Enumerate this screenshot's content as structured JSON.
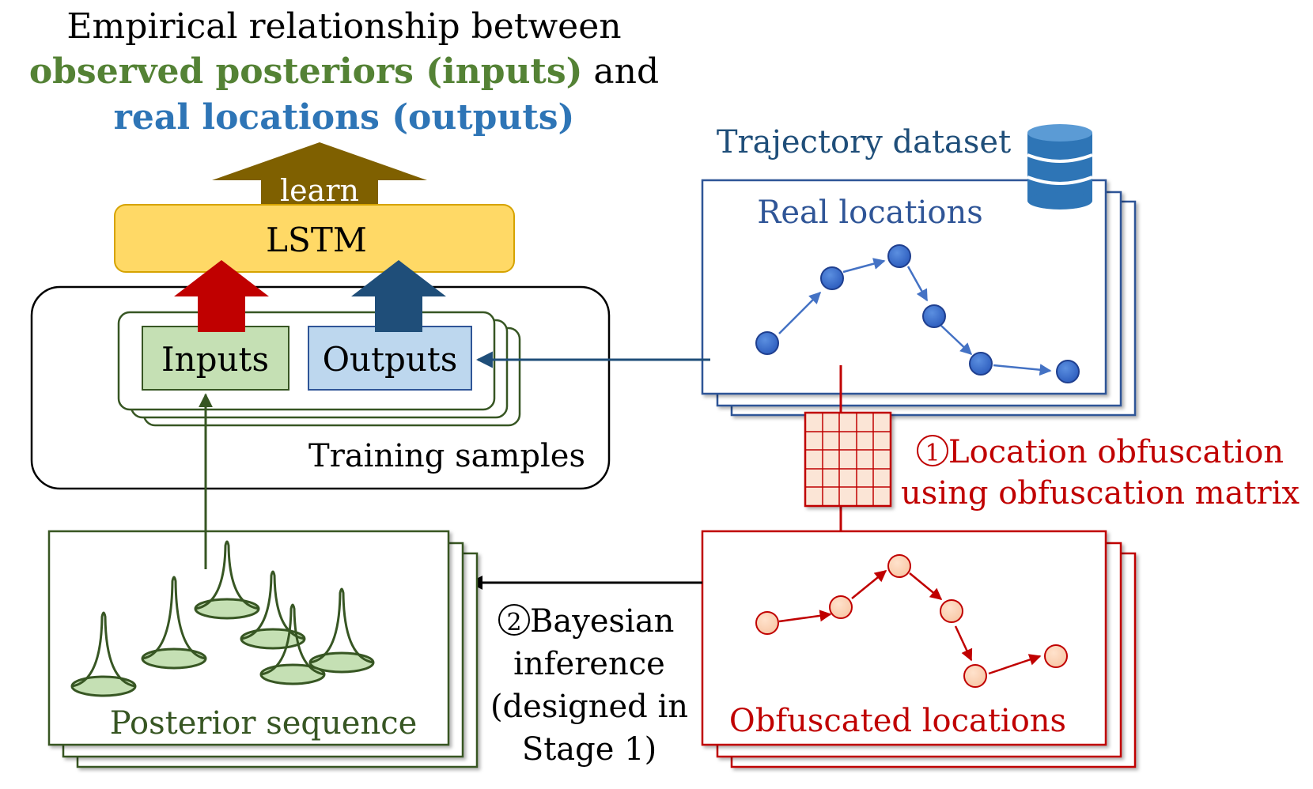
{
  "title": {
    "line1": "Empirical relationship between",
    "line2_green": "observed posteriors (inputs)",
    "line2_rest": " and",
    "line3_blue": "real locations (outputs)"
  },
  "lstm": {
    "learn_label": "learn",
    "label": "LSTM"
  },
  "training": {
    "inputs_label": "Inputs",
    "outputs_label": "Outputs",
    "caption": "Training samples"
  },
  "dataset": {
    "title": "Trajectory dataset",
    "real_locations_label": "Real locations"
  },
  "obfuscation": {
    "step_number": "1",
    "line1": " Location obfuscation",
    "line2": "using obfuscation matrix"
  },
  "obfuscated": {
    "label": "Obfuscated locations"
  },
  "bayesian": {
    "step_number": "2",
    "line1": " Bayesian",
    "line2": "inference",
    "line3": "(designed in",
    "line4": "Stage 1)"
  },
  "posterior": {
    "label": "Posterior sequence"
  },
  "colors": {
    "green_text": "#548235",
    "blue_text": "#2e75b6",
    "dark_blue": "#2f5597",
    "red": "#c00000",
    "lstm_fill": "#ffd966",
    "learn_arrow": "#7f6000",
    "inputs_fill": "#c5e0b4",
    "outputs_fill": "#bdd7ee"
  },
  "icons": [
    "database-icon",
    "matrix-grid-icon"
  ]
}
